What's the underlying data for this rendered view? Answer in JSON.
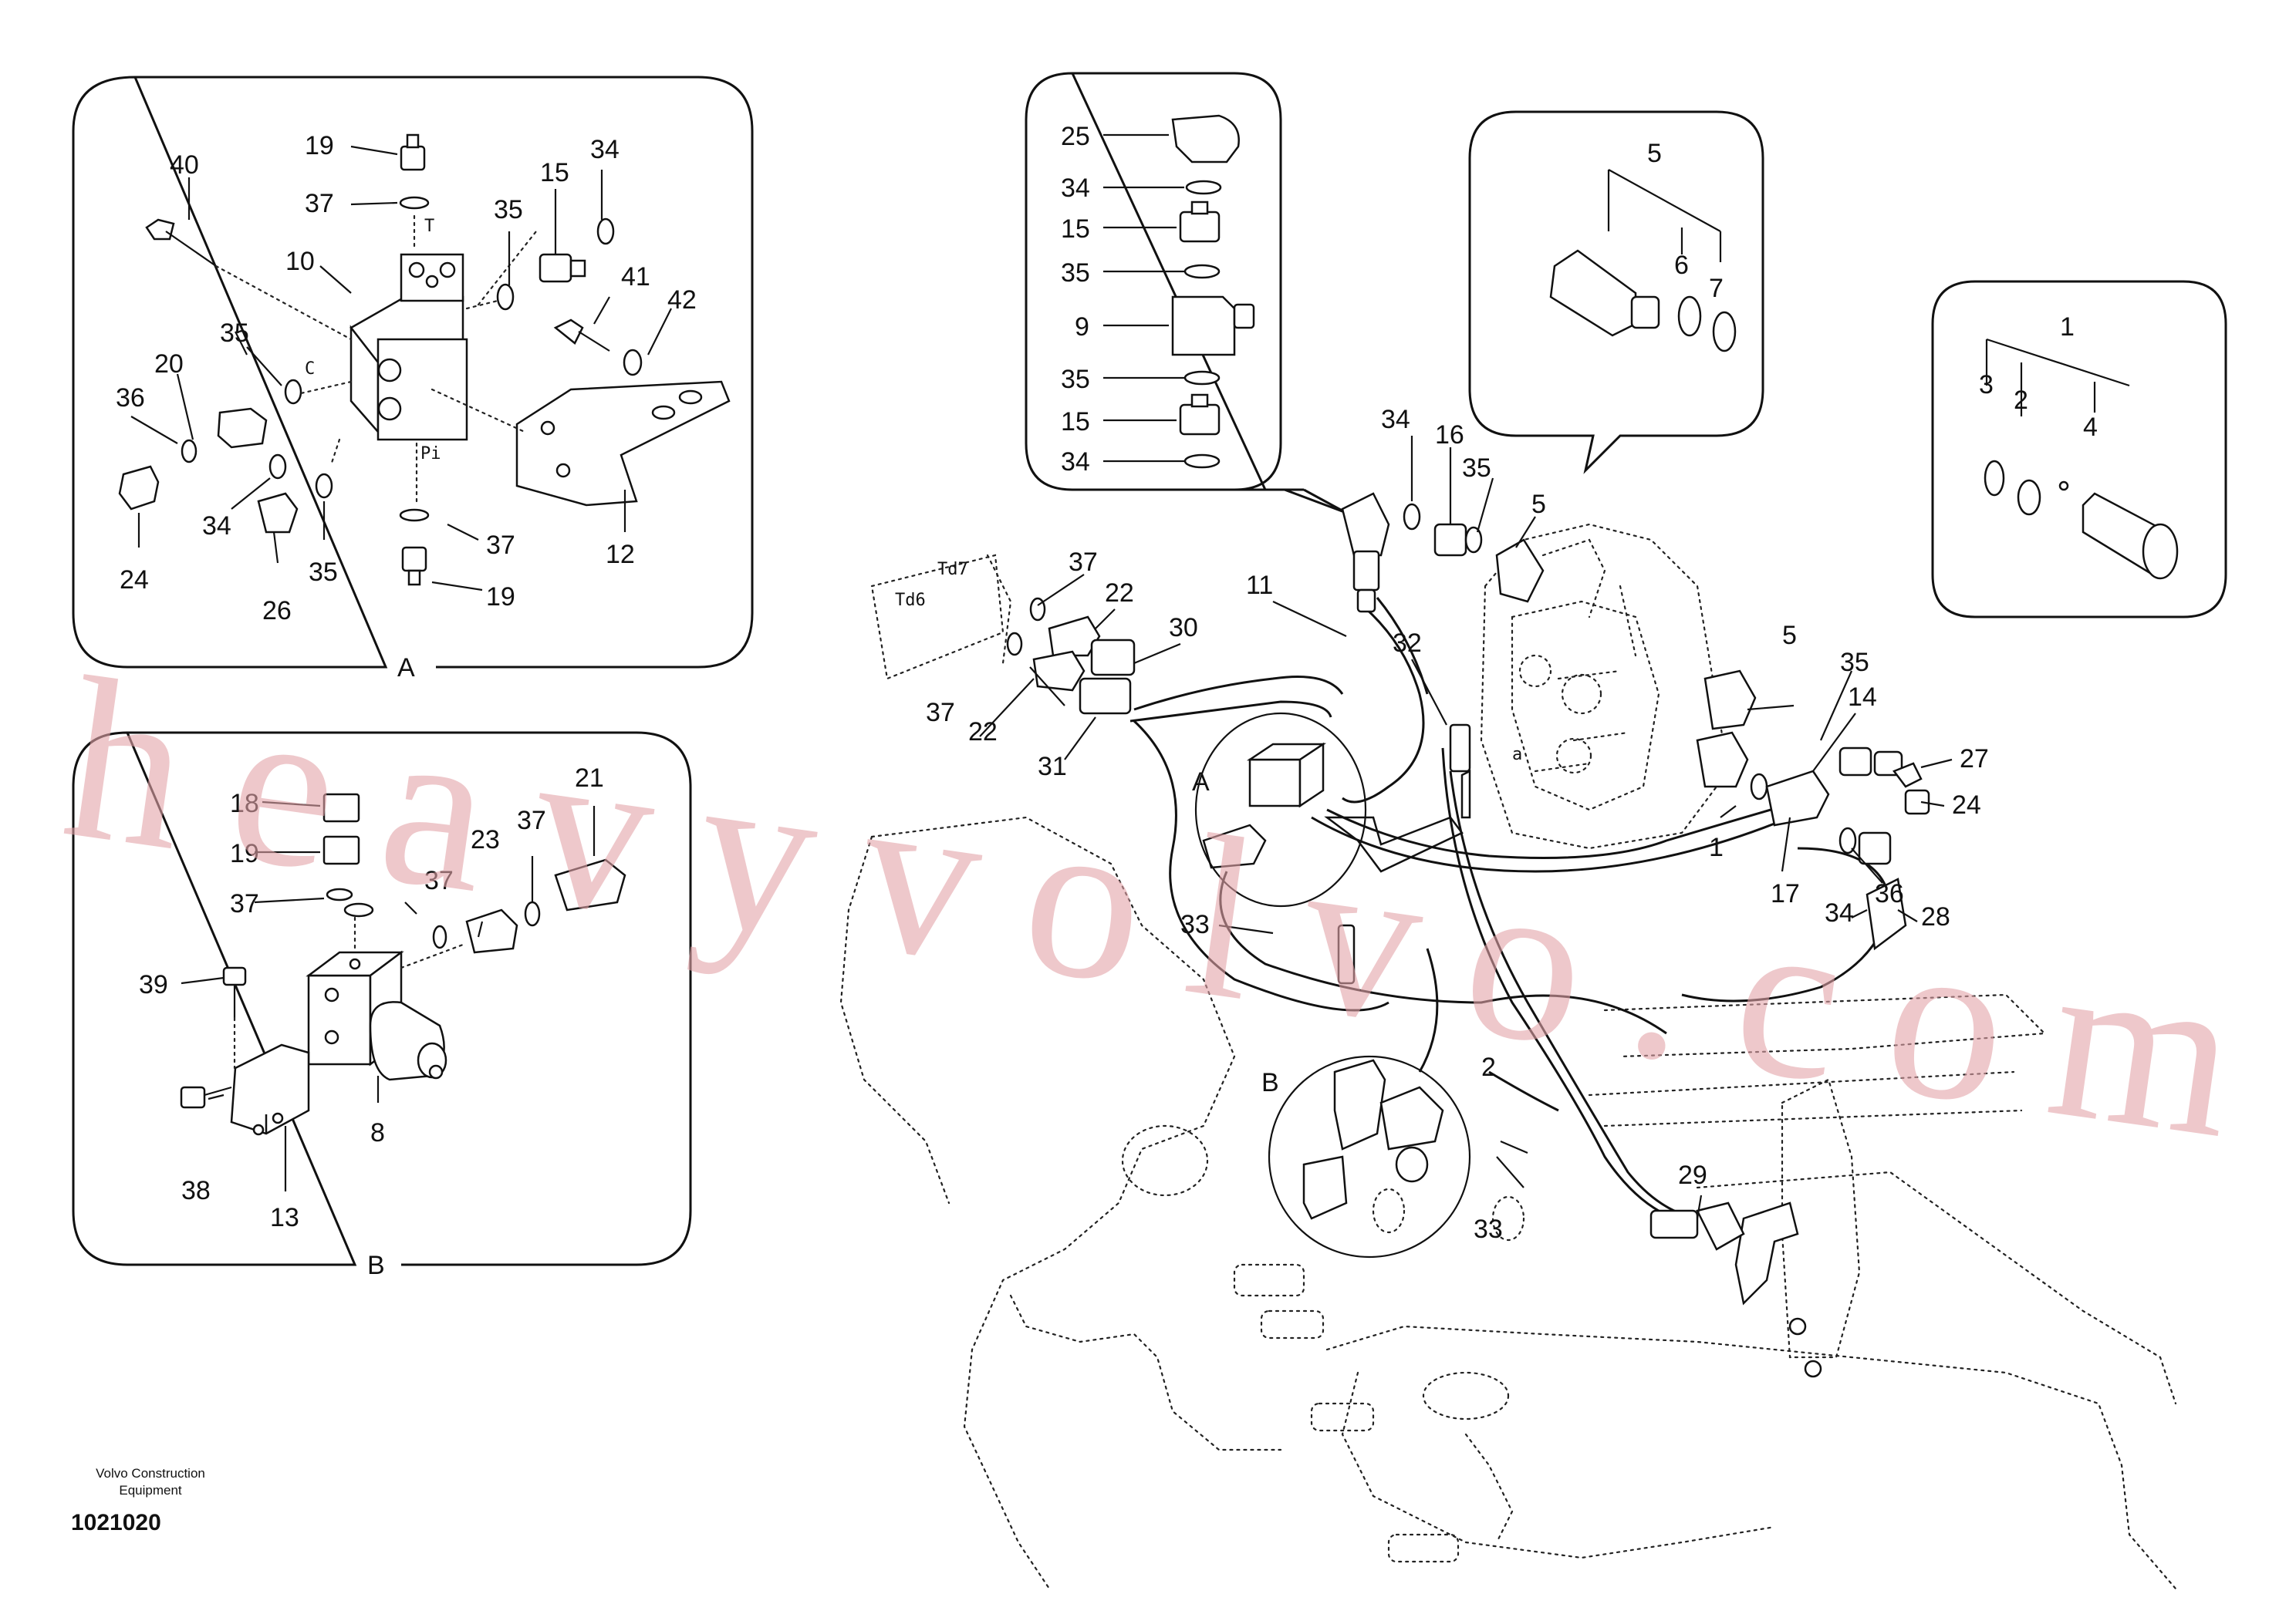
{
  "company": {
    "line1": "Volvo Construction",
    "line2": "Equipment"
  },
  "document_number": "1021020",
  "watermark": "heavyvolvo.com",
  "detail_views": {
    "a": "A",
    "b": "B"
  },
  "port_marks": {
    "t": "T",
    "c": "C",
    "pi": "Pi",
    "td7": "Td7",
    "td6": "Td6",
    "a_small": "a"
  },
  "callouts": {
    "a40": "40",
    "a19t": "19",
    "a37t": "37",
    "a10": "10",
    "a35t": "35",
    "a15": "15",
    "a34t": "34",
    "a41": "41",
    "a42": "42",
    "a35l": "35",
    "a20": "20",
    "a36": "36",
    "a34b": "34",
    "a35b": "35",
    "a24": "24",
    "a26": "26",
    "a12": "12",
    "a37b": "37",
    "a19b": "19",
    "b18": "18",
    "b19": "19",
    "b37l": "37",
    "b37m": "37",
    "b23": "23",
    "b37r": "37",
    "b21": "21",
    "b39": "39",
    "b38": "38",
    "b13": "13",
    "b8": "8",
    "c25": "25",
    "c34a": "34",
    "c15a": "15",
    "c35a": "35",
    "c9": "9",
    "c35b": "35",
    "c15b": "15",
    "c34b": "34",
    "d5": "5",
    "d6": "6",
    "d7": "7",
    "e1": "1",
    "e3": "3",
    "e2": "2",
    "e4": "4",
    "m34": "34",
    "m16": "16",
    "m35": "35",
    "m5a": "5",
    "m11": "11",
    "m37": "37",
    "m22a": "22",
    "m30": "30",
    "m32": "32",
    "m5b": "5",
    "m35r": "35",
    "m14": "14",
    "m27": "27",
    "m24": "24",
    "m37b": "37",
    "m22b": "22",
    "m31": "31",
    "m1": "1",
    "m17": "17",
    "m36": "36",
    "m34r": "34",
    "m28": "28",
    "m33a": "33",
    "mA": "A",
    "m2": "2",
    "mB": "B",
    "m33b": "33",
    "m29": "29"
  }
}
